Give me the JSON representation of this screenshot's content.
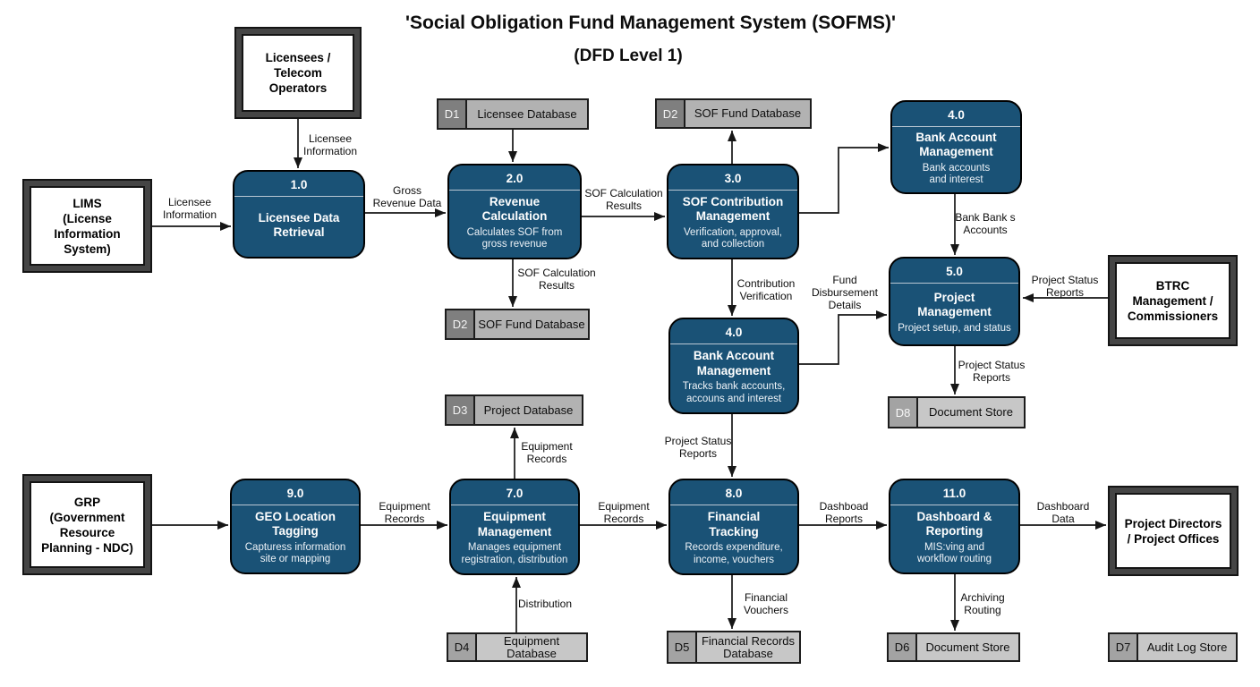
{
  "title": {
    "line1": "'Social Obligation Fund Management System (SOFMS)'",
    "line2": "(DFD Level 1)"
  },
  "colors": {
    "process_fill": "#1a5276",
    "process_border": "#000000",
    "entity_band": "#454545",
    "entity_line": "#141414",
    "arrow": "#161616",
    "store_dark": {
      "tab": "#7f7f7f",
      "body": "#b2b2b2"
    },
    "store_light": {
      "tab": "#a3a3a3",
      "body": "#c7c7c7"
    }
  },
  "entities": [
    {
      "id": "licensees",
      "label": "Licensees /\nTelecom\nOperators"
    },
    {
      "id": "lims",
      "label": "LIMS\n(License\nInformation\nSystem)"
    },
    {
      "id": "btrc",
      "label": "BTRC\nManagement /\nCommissioners"
    },
    {
      "id": "grp",
      "label": "GRP\n(Government\nResource\nPlanning - NDC)"
    },
    {
      "id": "pd",
      "label": "Project Directors\n/ Project Offices"
    }
  ],
  "processes": [
    {
      "id": "p1",
      "number": "1.0",
      "name": "Licensee Data\nRetrieval",
      "description": ""
    },
    {
      "id": "p2",
      "number": "2.0",
      "name": "Revenue\nCalculation",
      "description": "Calculates SOF from\ngross revenue"
    },
    {
      "id": "p3",
      "number": "3.0",
      "name": "SOF Contribution\nManagement",
      "description": "Verification, approval,\nand collection"
    },
    {
      "id": "p4a",
      "number": "4.0",
      "name": "Bank Account\nManagement",
      "description": "Bank accounts\nand interest"
    },
    {
      "id": "p5",
      "number": "5.0",
      "name": "Project\nManagement",
      "description": "Project setup, and status"
    },
    {
      "id": "p4b",
      "number": "4.0",
      "name": "Bank Account\nManagement",
      "description": "Tracks bank accounts,\naccouns and interest"
    },
    {
      "id": "p9",
      "number": "9.0",
      "name": "GEO Location\nTagging",
      "description": "Capturess information\nsite or mapping"
    },
    {
      "id": "p7",
      "number": "7.0",
      "name": "Equipment\nManagement",
      "description": "Manages equipment\nregistration, distribution"
    },
    {
      "id": "p8",
      "number": "8.0",
      "name": "Financial\nTracking",
      "description": "Records expenditure,\nincome, vouchers"
    },
    {
      "id": "p11",
      "number": "11.0",
      "name": "Dashboard &\nReporting",
      "description": "MIS:ving and\nworkflow routing"
    }
  ],
  "stores": [
    {
      "id": "d1",
      "code": "D1",
      "label": "Licensee Database",
      "variant": "store_dark",
      "tab_text": "#f2f2f2"
    },
    {
      "id": "d2a",
      "code": "D2",
      "label": "SOF Fund Database",
      "variant": "store_dark",
      "tab_text": "#f2f2f2"
    },
    {
      "id": "d2b",
      "code": "D2",
      "label": "SOF Fund Database",
      "variant": "store_dark",
      "tab_text": "#f2f2f2"
    },
    {
      "id": "d3",
      "code": "D3",
      "label": "Project Database",
      "variant": "store_dark",
      "tab_text": "#f2f2f2"
    },
    {
      "id": "d8",
      "code": "D8",
      "label": "Document Store",
      "variant": "store_light",
      "tab_text": "#f7f7f7"
    },
    {
      "id": "d4",
      "code": "D4",
      "label": "Equipment Database",
      "variant": "store_light",
      "tab_text": "#111111"
    },
    {
      "id": "d5",
      "code": "D5",
      "label": "Financial Records\nDatabase",
      "variant": "store_light",
      "tab_text": "#111111"
    },
    {
      "id": "d6",
      "code": "D6",
      "label": "Document Store",
      "variant": "store_light",
      "tab_text": "#111111"
    },
    {
      "id": "d7",
      "code": "D7",
      "label": "Audit Log Store",
      "variant": "store_light",
      "tab_text": "#111111"
    }
  ],
  "flows": [
    {
      "id": "licensees-to-p1",
      "label": "Licensee\nInformation"
    },
    {
      "id": "lims-to-p1",
      "label": "Licensee\nInformation"
    },
    {
      "id": "p1-to-p2",
      "label": "Gross\nRevenue Data"
    },
    {
      "id": "d1-to-p2",
      "label": null
    },
    {
      "id": "p2-to-p3",
      "label": "SOF Calculation\nResults"
    },
    {
      "id": "p2-to-d2b",
      "label": "SOF Calculation\nResults"
    },
    {
      "id": "p3-to-d2a",
      "label": null
    },
    {
      "id": "p3-to-p4a",
      "label": null
    },
    {
      "id": "p3-to-p4b",
      "label": "Contribution\nVerification"
    },
    {
      "id": "p4a-to-p5",
      "label": "Bank Bank s\nAccounts"
    },
    {
      "id": "btrc-to-p5",
      "label": "Project Status\nReports"
    },
    {
      "id": "p4b-to-p5",
      "label": "Fund\nDisbursement\nDetails"
    },
    {
      "id": "p5-to-d8",
      "label": "Project Status\nReports"
    },
    {
      "id": "p4b-to-p8",
      "label": "Project Status\nReports"
    },
    {
      "id": "grp-to-p9",
      "label": null
    },
    {
      "id": "p9-to-p7",
      "label": "Equipment\nRecords"
    },
    {
      "id": "p7-to-d3",
      "label": "Equipment\nRecords"
    },
    {
      "id": "d4-to-p7",
      "label": "Distribution"
    },
    {
      "id": "p7-to-p8",
      "label": "Equipment\nRecords"
    },
    {
      "id": "p8-to-p11",
      "label": "Dashboad\nReports"
    },
    {
      "id": "p8-to-d5",
      "label": "Financial\nVouchers"
    },
    {
      "id": "p11-to-pd",
      "label": "Dashboard\nData"
    },
    {
      "id": "p11-to-d6",
      "label": "Archiving\nRouting"
    }
  ]
}
